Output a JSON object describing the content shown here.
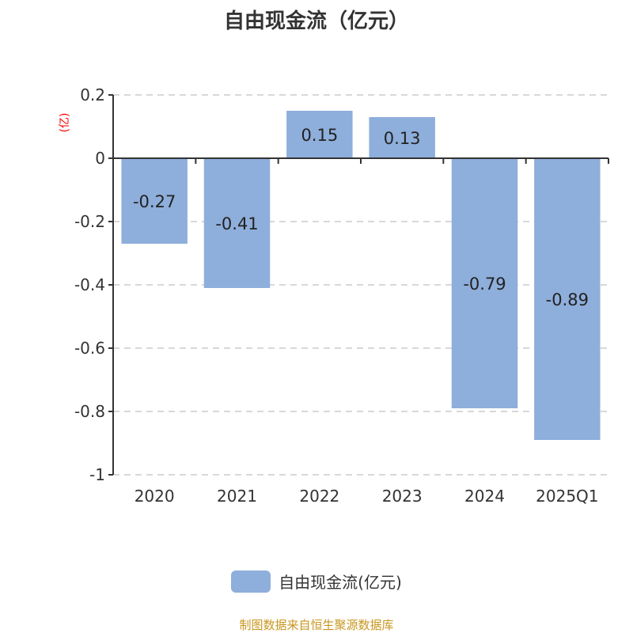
{
  "chart_data": {
    "type": "bar",
    "title": "自由现金流（亿元）",
    "ylabel": "(亿)",
    "xlabel": "",
    "categories": [
      "2020",
      "2021",
      "2022",
      "2023",
      "2024",
      "2025Q1"
    ],
    "series": [
      {
        "name": "自由现金流(亿元)",
        "values": [
          -0.27,
          -0.41,
          0.15,
          0.13,
          -0.79,
          -0.89
        ]
      }
    ],
    "data_labels": [
      "-0.27",
      "-0.41",
      "0.15",
      "0.13",
      "-0.79",
      "-0.89"
    ],
    "ylim": [
      -1,
      0.2
    ],
    "yticks": [
      0.2,
      0,
      -0.2,
      -0.4,
      -0.6,
      -0.8,
      -1
    ],
    "ytick_labels": [
      "0.2",
      "0",
      "-0.2",
      "-0.4",
      "-0.6",
      "-0.8",
      "-1"
    ],
    "grid": true,
    "legend": "bottom-center",
    "bar_color": "#8eaedb",
    "unit_color": "#ff0000"
  },
  "source": "制图数据来自恒生聚源数据库"
}
